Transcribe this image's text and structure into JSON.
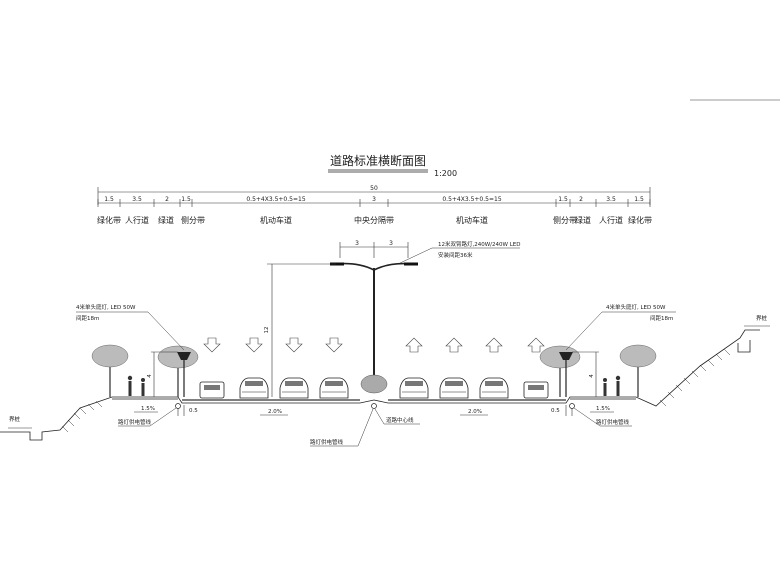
{
  "title": "道路标准横断面图",
  "scale": "1:200",
  "total_width": "50",
  "segments": [
    {
      "label": "1.5",
      "zone": "绿化带"
    },
    {
      "label": "3.5",
      "zone": "人行道"
    },
    {
      "label": "2",
      "zone": "绿道"
    },
    {
      "label": "1.5",
      "zone": "侧分带"
    },
    {
      "label": "0.5+4X3.5+0.5=15",
      "zone": "机动车道"
    },
    {
      "label": "3",
      "zone": "中央分隔带"
    },
    {
      "label": "0.5+4X3.5+0.5=15",
      "zone": "机动车道"
    },
    {
      "label": "1.5",
      "zone": "侧分带"
    },
    {
      "label": "2",
      "zone": "绿道"
    },
    {
      "label": "3.5",
      "zone": "人行道"
    },
    {
      "label": "1.5",
      "zone": "绿化带"
    }
  ],
  "median_dims": [
    "3",
    "3"
  ],
  "center_lamp": {
    "line1": "12米双臂路灯,240W/240W LED",
    "line2": "安装间距36米"
  },
  "center_pole_height": "12",
  "left_lamp": {
    "line1": "4米单头庭灯, LED 50W",
    "line2": "间距18m"
  },
  "right_lamp": {
    "line1": "4米单头庭灯, LED 50W",
    "line2": "间距18m"
  },
  "side_pole_height": "4",
  "left_boundary": "界桩",
  "right_boundary": "界桩",
  "left_sidewalk_slope": "1.5%",
  "right_sidewalk_slope": "1.5%",
  "left_carriage_slope": "2.0%",
  "right_carriage_slope": "2.0%",
  "left_offset": "0.5",
  "right_offset": "0.5",
  "left_conduit": "路灯供电管线",
  "right_conduit": "路灯供电管线",
  "center_conduit": "路灯供电管线",
  "road_center": "道路中心线"
}
